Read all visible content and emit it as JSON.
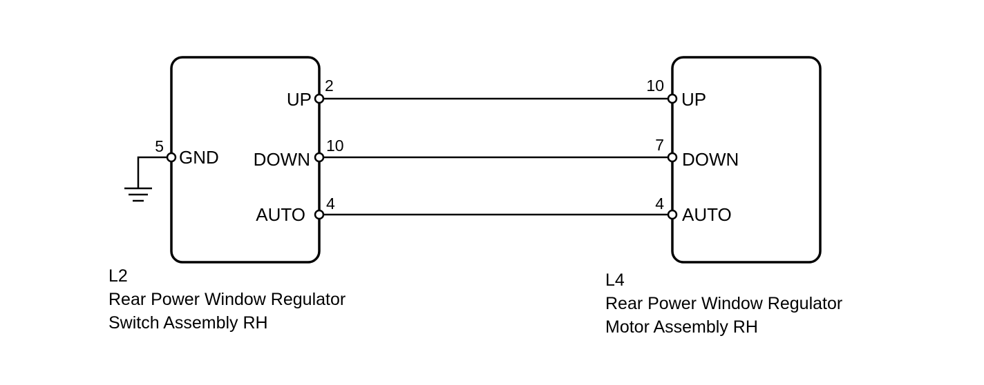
{
  "components": {
    "left": {
      "ref": "L2",
      "name_line1": "Rear Power Window Regulator",
      "name_line2": "Switch Assembly RH",
      "terminals": {
        "gnd": {
          "label": "GND",
          "pin": "5"
        },
        "up": {
          "label": "UP",
          "pin": "2"
        },
        "down": {
          "label": "DOWN",
          "pin": "10"
        },
        "auto": {
          "label": "AUTO",
          "pin": "4"
        }
      }
    },
    "right": {
      "ref": "L4",
      "name_line1": "Rear Power Window Regulator",
      "name_line2": "Motor Assembly RH",
      "terminals": {
        "up": {
          "label": "UP",
          "pin": "10"
        },
        "down": {
          "label": "DOWN",
          "pin": "7"
        },
        "auto": {
          "label": "AUTO",
          "pin": "4"
        }
      }
    }
  },
  "colors": {
    "line": "#000000",
    "background": "#ffffff"
  }
}
